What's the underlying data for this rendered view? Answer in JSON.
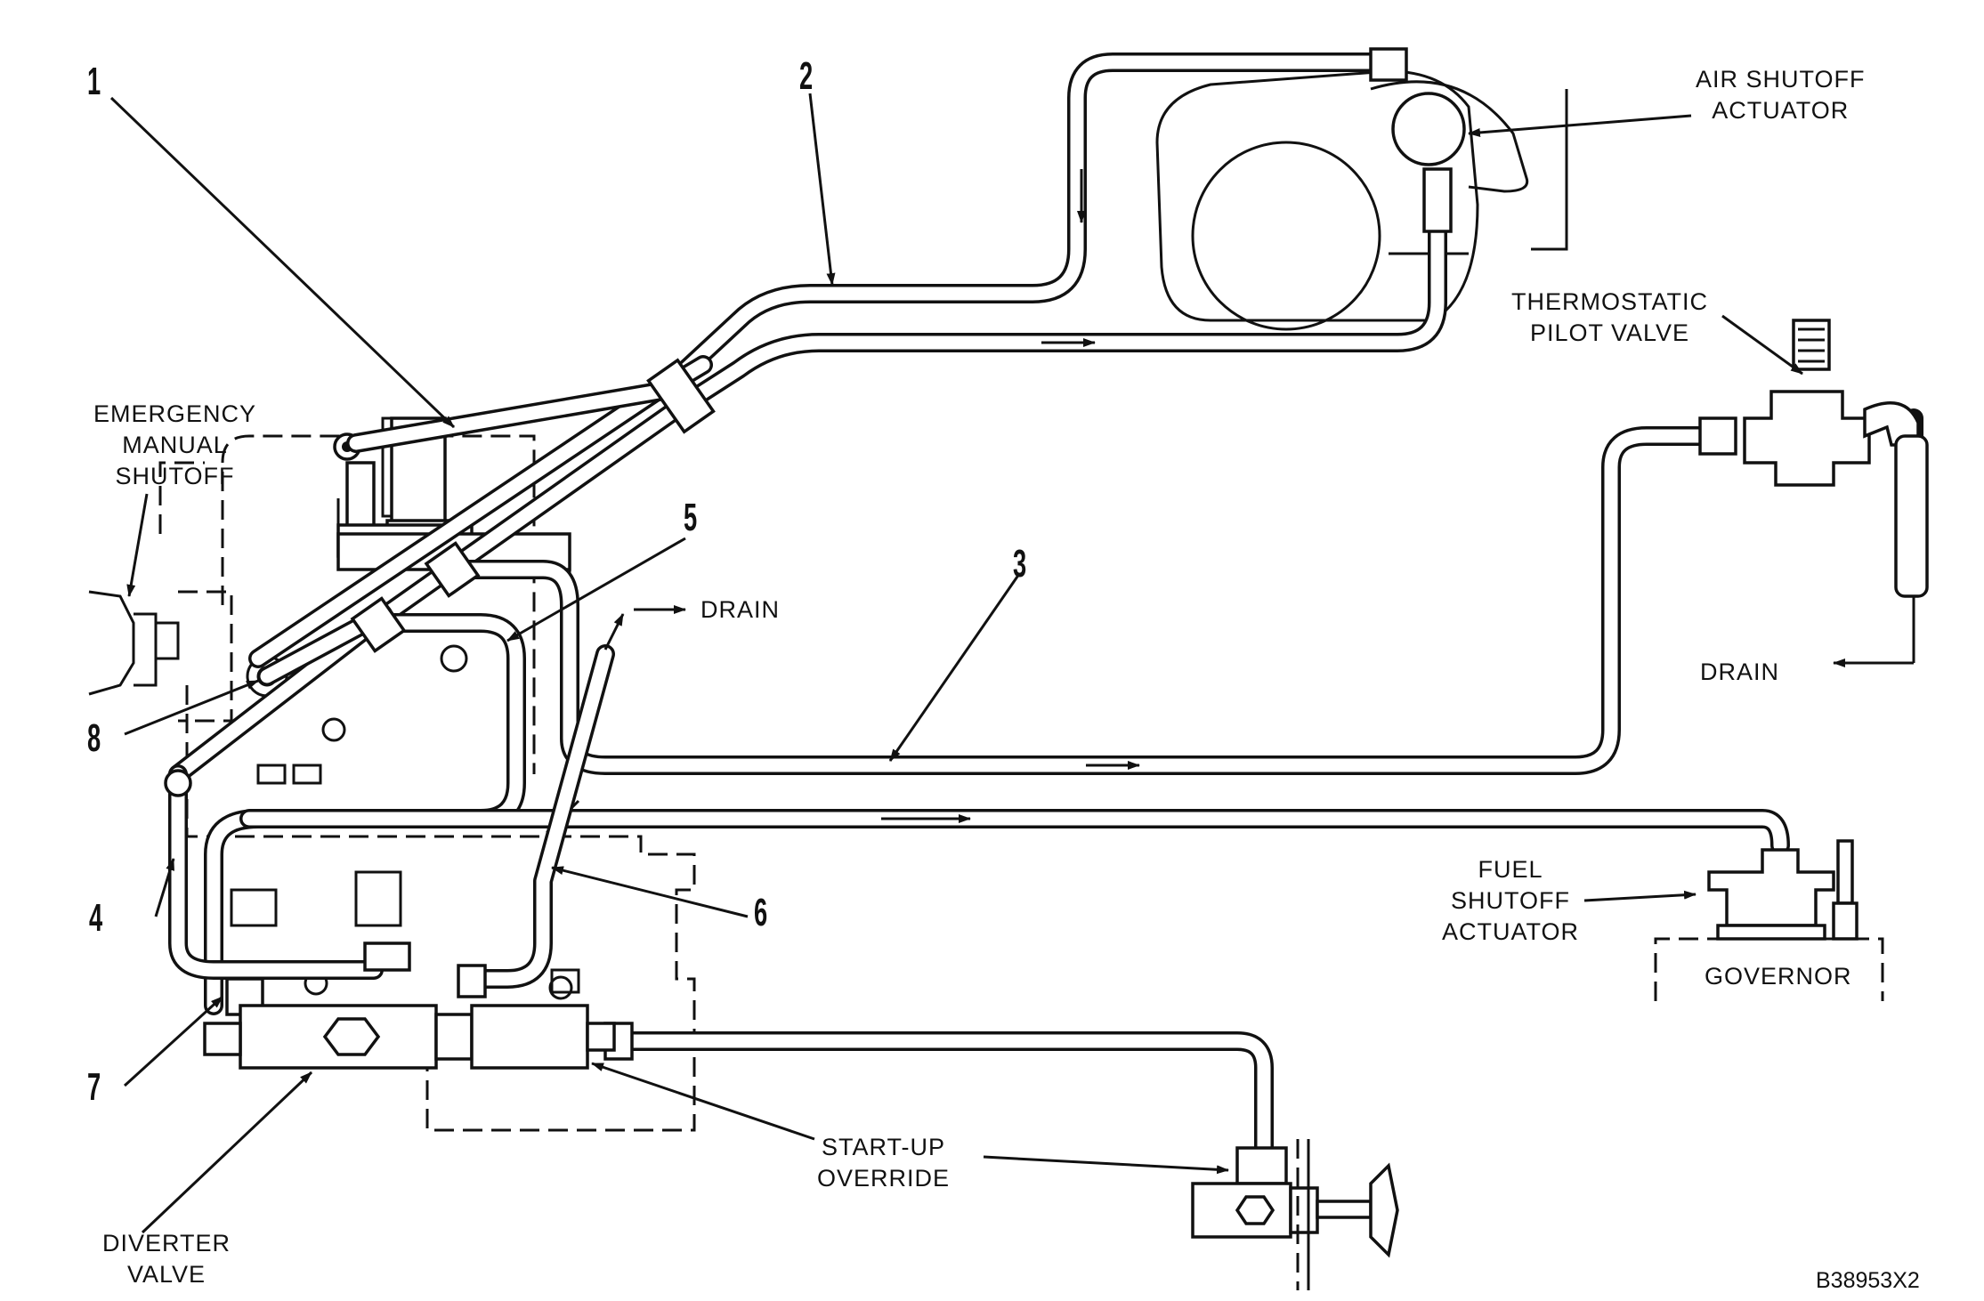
{
  "labels": {
    "air_shutoff_actuator": [
      "AIR SHUTOFF",
      "ACTUATOR"
    ],
    "thermostatic_pilot_valve": [
      "THERMOSTATIC",
      "PILOT VALVE"
    ],
    "emergency_manual_shutoff": [
      "EMERGENCY",
      "MANUAL",
      "SHUTOFF"
    ],
    "drain_top": "DRAIN",
    "drain_right": "DRAIN",
    "fuel_shutoff_actuator": [
      "FUEL",
      "SHUTOFF",
      "ACTUATOR"
    ],
    "governor": "GOVERNOR",
    "start_up_override": [
      "START-UP",
      "OVERRIDE"
    ],
    "diverter_valve": [
      "DIVERTER",
      "VALVE"
    ]
  },
  "callouts": [
    "1",
    "2",
    "3",
    "4",
    "5",
    "6",
    "7",
    "8"
  ],
  "figure_id": "B38953X2"
}
